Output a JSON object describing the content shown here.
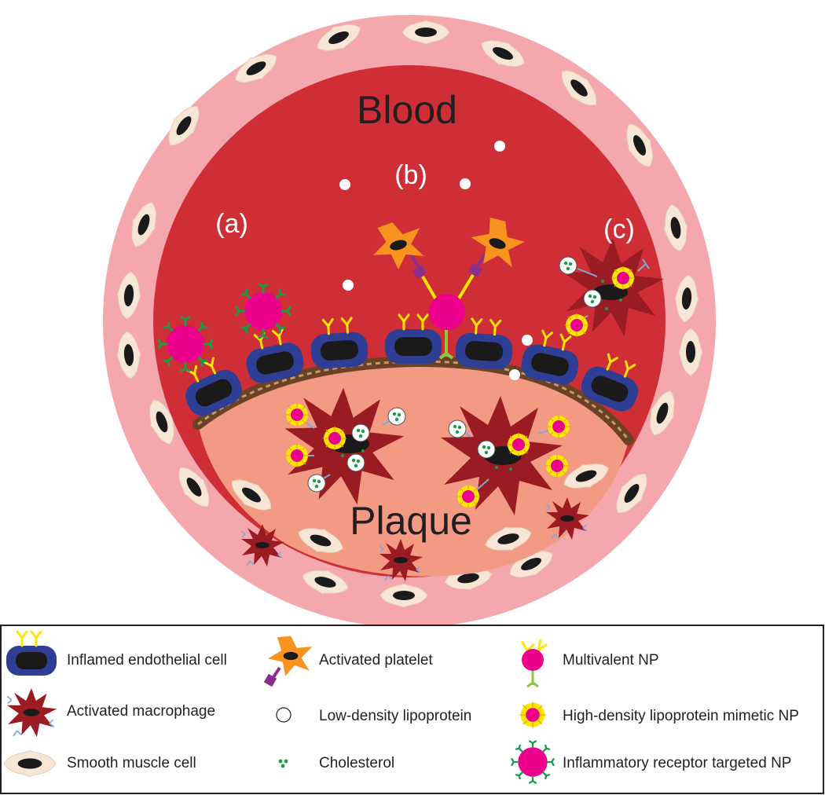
{
  "diagram": {
    "region_labels": {
      "blood": "Blood",
      "plaque": "Plaque"
    },
    "panel_labels": {
      "a": "(a)",
      "b": "(b)",
      "c": "(c)"
    },
    "colors": {
      "blood": "#cf2e36",
      "vessel_wall": "#f4a7ad",
      "plaque": "#f39a85",
      "endothelial": "#2e3e95",
      "macrophage": "#9b1b22",
      "platelet": "#f7931e",
      "nanoparticle": "#ec008c",
      "ligand_yellow": "#ffe600",
      "ligand_green": "#8dc63f",
      "smooth_muscle": "#f7e6d6",
      "fibrous_cap": "#6b4226"
    }
  },
  "legend": {
    "items": [
      {
        "icon": "endothelial-cell-icon",
        "label": "Inflamed endothelial cell"
      },
      {
        "icon": "platelet-icon",
        "label": "Activated platelet"
      },
      {
        "icon": "multivalent-np-icon",
        "label": "Multivalent NP"
      },
      {
        "icon": "macrophage-icon",
        "label": "Activated macrophage"
      },
      {
        "icon": "ldl-icon",
        "label": "Low-density lipoprotein"
      },
      {
        "icon": "hdl-np-icon",
        "label": "High-density lipoprotein mimetic NP"
      },
      {
        "icon": "smooth-muscle-cell-icon",
        "label": "Smooth muscle cell"
      },
      {
        "icon": "cholesterol-icon",
        "label": "Cholesterol"
      },
      {
        "icon": "inflammatory-np-icon",
        "label": "Inflammatory receptor targeted NP"
      }
    ]
  }
}
